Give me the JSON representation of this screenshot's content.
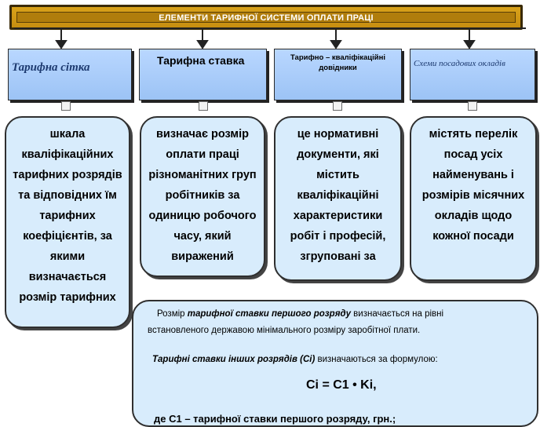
{
  "banner": {
    "title": "ЕЛЕМЕНТИ ТАРИФНОЇ СИСТЕМИ ОПЛАТИ ПРАЦІ"
  },
  "categories": [
    {
      "label": "Тарифна сітка"
    },
    {
      "label": "Тарифна ставка"
    },
    {
      "label": "Тарифно – кваліфікаційні довідники"
    },
    {
      "label": "Схеми посадових окладів"
    }
  ],
  "cards": [
    {
      "text": "шкала кваліфікаційних тарифних розрядів та відповідних їм тарифних коефіцієнтів, за якими визначається розмір тарифних"
    },
    {
      "text": "визначає розмір оплати праці різноманітних груп робітників за одиницю робочого часу, який виражений"
    },
    {
      "text": "це нормативні документи, які містить кваліфікаційні характеристики робіт і професій, згруповані за"
    },
    {
      "text": "містять перелік посад усіх найменувань і розмірів місячних окладів щодо кожної посади"
    }
  ],
  "formula_box": {
    "line1_pre": "Розмір ",
    "line1_em": "тарифної ставки першого розряду",
    "line1_post": " визначається на рівні",
    "line2": "встановленого державою мінімального розміру заробітної плати.",
    "line3_em": "Тарифні ставки інших розрядів (Сі)",
    "line3_post": " визначаються за формулою:",
    "formula": "Ci = C1 • Ki,",
    "line5": "де С1 – тарифної ставки першого розряду, грн.;"
  },
  "colors": {
    "banner": "#c78e10",
    "category_fill": "#9cc3f5",
    "card_fill": "#d8ecfc"
  }
}
